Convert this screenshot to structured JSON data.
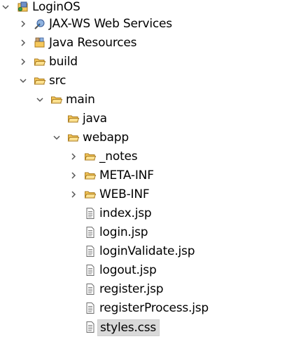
{
  "project_explorer": {
    "items": [
      {
        "label": "LoginOS",
        "icon": "project-icon",
        "expanded": true
      },
      {
        "label": "JAX-WS Web Services",
        "icon": "web-services-icon",
        "expanded": false
      },
      {
        "label": "Java Resources",
        "icon": "java-resources-icon",
        "expanded": false
      },
      {
        "label": "build",
        "icon": "folder-icon",
        "expanded": false
      },
      {
        "label": "src",
        "icon": "folder-icon",
        "expanded": true
      },
      {
        "label": "main",
        "icon": "folder-icon",
        "expanded": true
      },
      {
        "label": "java",
        "icon": "folder-icon"
      },
      {
        "label": "webapp",
        "icon": "folder-icon",
        "expanded": true
      },
      {
        "label": "_notes",
        "icon": "folder-icon",
        "expanded": false
      },
      {
        "label": "META-INF",
        "icon": "folder-icon",
        "expanded": false
      },
      {
        "label": "WEB-INF",
        "icon": "folder-icon",
        "expanded": false
      },
      {
        "label": "index.jsp",
        "icon": "file-icon"
      },
      {
        "label": "login.jsp",
        "icon": "file-icon"
      },
      {
        "label": "loginValidate.jsp",
        "icon": "file-icon"
      },
      {
        "label": "logout.jsp",
        "icon": "file-icon"
      },
      {
        "label": "register.jsp",
        "icon": "file-icon"
      },
      {
        "label": "registerProcess.jsp",
        "icon": "file-icon"
      },
      {
        "label": "styles.css",
        "icon": "file-icon",
        "selected": true
      }
    ]
  },
  "colors": {
    "folder_fill": "#f6c85b",
    "folder_stroke": "#a97a1d",
    "twisty": "#555555",
    "selection": "#d9d9d9"
  }
}
